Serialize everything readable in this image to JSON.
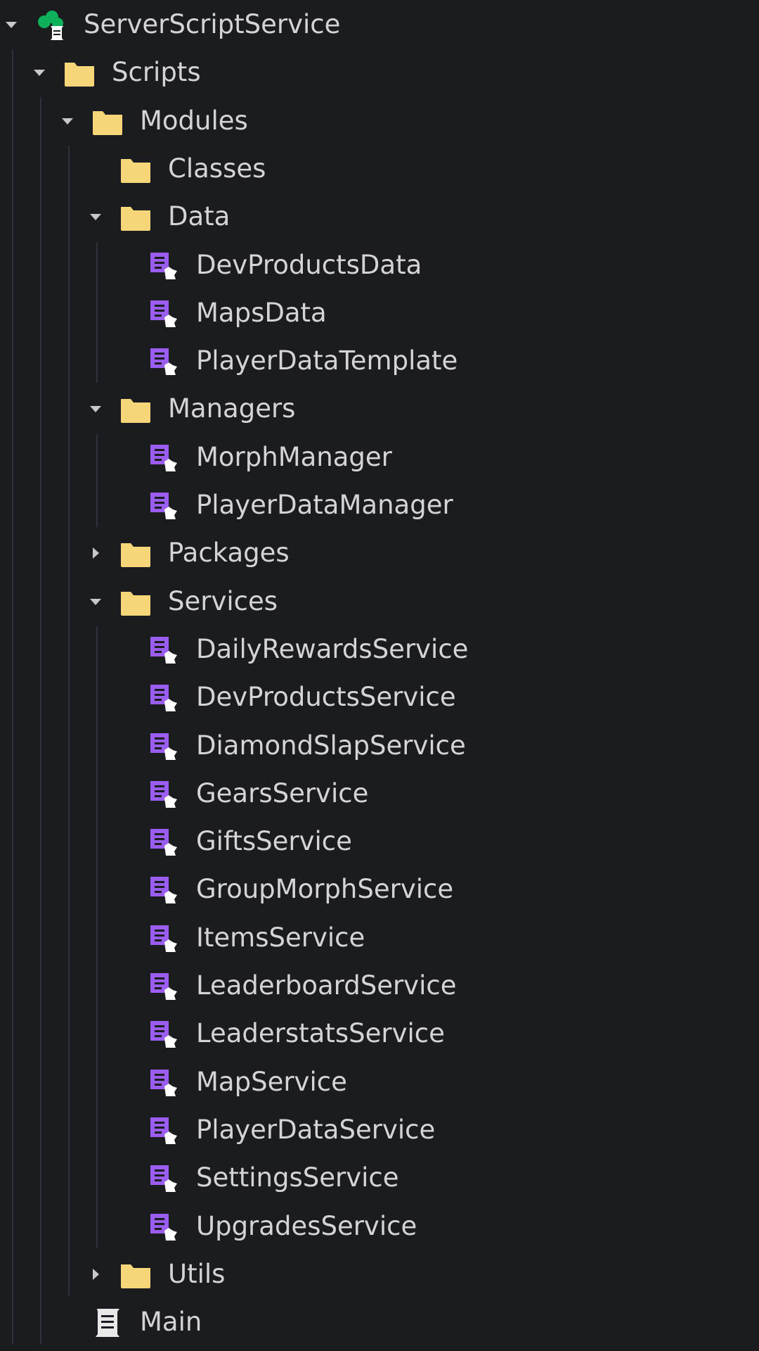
{
  "colors": {
    "background": "#1b1c20",
    "text": "#d4d4d6",
    "folder": "#f7d67a",
    "module": "#9b5cf0",
    "service": "#0fb05a",
    "guide": "#303136"
  },
  "tree": [
    {
      "label": "ServerScriptService",
      "level": 0,
      "icon": "server-script-service-icon",
      "state": "expanded"
    },
    {
      "label": "Scripts",
      "level": 1,
      "icon": "folder-icon",
      "state": "expanded"
    },
    {
      "label": "Modules",
      "level": 2,
      "icon": "folder-icon",
      "state": "expanded"
    },
    {
      "label": "Classes",
      "level": 3,
      "icon": "folder-icon",
      "state": "none"
    },
    {
      "label": "Data",
      "level": 3,
      "icon": "folder-icon",
      "state": "expanded"
    },
    {
      "label": "DevProductsData",
      "level": 4,
      "icon": "module-script-icon",
      "state": "none"
    },
    {
      "label": "MapsData",
      "level": 4,
      "icon": "module-script-icon",
      "state": "none"
    },
    {
      "label": "PlayerDataTemplate",
      "level": 4,
      "icon": "module-script-icon",
      "state": "none"
    },
    {
      "label": "Managers",
      "level": 3,
      "icon": "folder-icon",
      "state": "expanded"
    },
    {
      "label": "MorphManager",
      "level": 4,
      "icon": "module-script-icon",
      "state": "none"
    },
    {
      "label": "PlayerDataManager",
      "level": 4,
      "icon": "module-script-icon",
      "state": "none"
    },
    {
      "label": "Packages",
      "level": 3,
      "icon": "folder-icon",
      "state": "collapsed"
    },
    {
      "label": "Services",
      "level": 3,
      "icon": "folder-icon",
      "state": "expanded"
    },
    {
      "label": "DailyRewardsService",
      "level": 4,
      "icon": "module-script-icon",
      "state": "none"
    },
    {
      "label": "DevProductsService",
      "level": 4,
      "icon": "module-script-icon",
      "state": "none"
    },
    {
      "label": "DiamondSlapService",
      "level": 4,
      "icon": "module-script-icon",
      "state": "none"
    },
    {
      "label": "GearsService",
      "level": 4,
      "icon": "module-script-icon",
      "state": "none"
    },
    {
      "label": "GiftsService",
      "level": 4,
      "icon": "module-script-icon",
      "state": "none"
    },
    {
      "label": "GroupMorphService",
      "level": 4,
      "icon": "module-script-icon",
      "state": "none"
    },
    {
      "label": "ItemsService",
      "level": 4,
      "icon": "module-script-icon",
      "state": "none"
    },
    {
      "label": "LeaderboardService",
      "level": 4,
      "icon": "module-script-icon",
      "state": "none"
    },
    {
      "label": "LeaderstatsService",
      "level": 4,
      "icon": "module-script-icon",
      "state": "none"
    },
    {
      "label": "MapService",
      "level": 4,
      "icon": "module-script-icon",
      "state": "none"
    },
    {
      "label": "PlayerDataService",
      "level": 4,
      "icon": "module-script-icon",
      "state": "none"
    },
    {
      "label": "SettingsService",
      "level": 4,
      "icon": "module-script-icon",
      "state": "none"
    },
    {
      "label": "UpgradesService",
      "level": 4,
      "icon": "module-script-icon",
      "state": "none"
    },
    {
      "label": "Utils",
      "level": 3,
      "icon": "folder-icon",
      "state": "collapsed"
    },
    {
      "label": "Main",
      "level": 2,
      "icon": "script-icon",
      "state": "none"
    }
  ]
}
